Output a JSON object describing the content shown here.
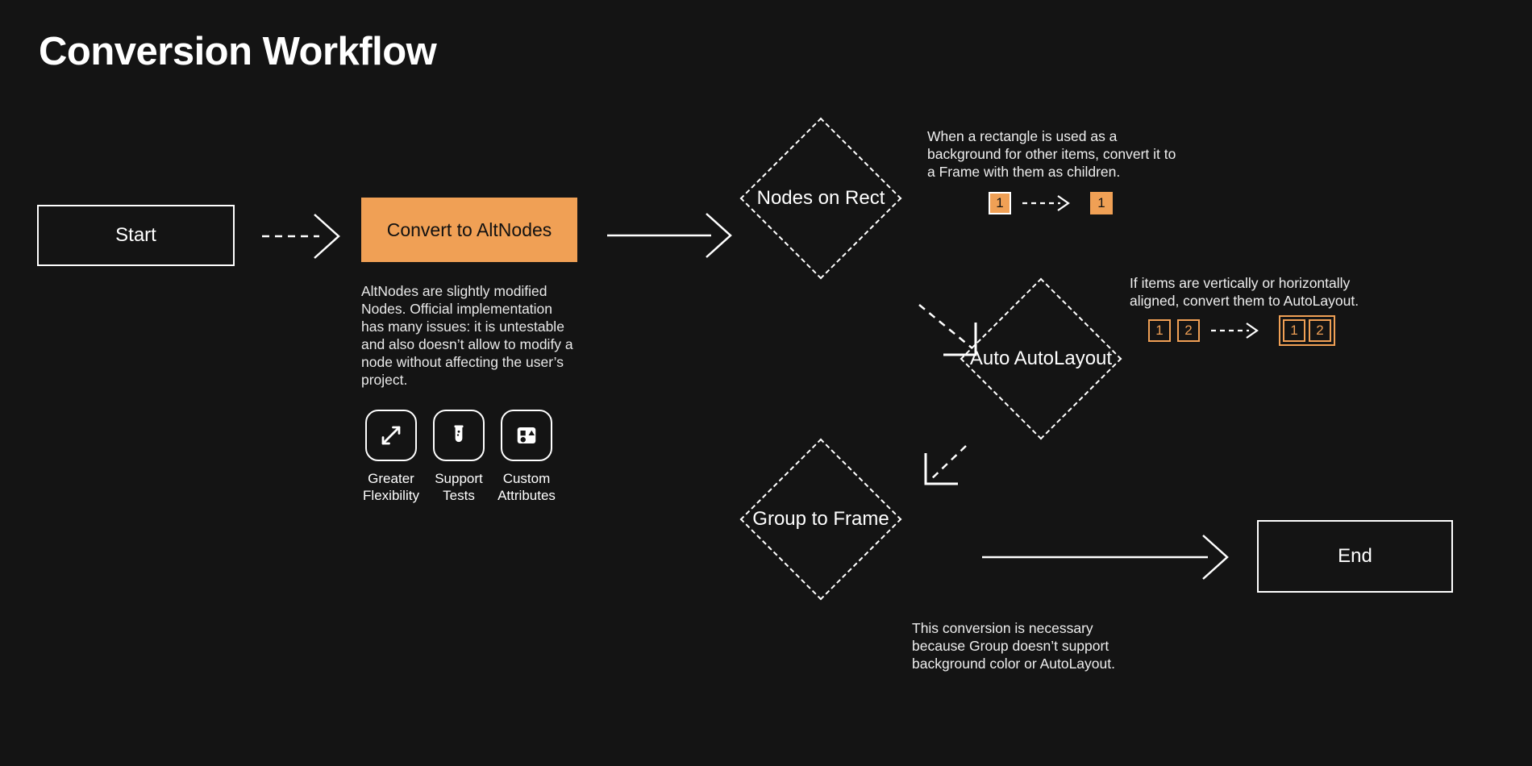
{
  "page": {
    "title": "Conversion Workflow",
    "background_color": "#141414",
    "accent_color": "#F0A055",
    "line_color": "#FFFFFF"
  },
  "nodes": {
    "start": {
      "label": "Start",
      "shape": "rectangle"
    },
    "convert": {
      "label": "Convert to AltNodes",
      "shape": "rectangle",
      "fill": "#F0A055",
      "text_color": "#111111"
    },
    "nodes_on_rect": {
      "label": "Nodes on Rect",
      "shape": "diamond"
    },
    "auto_autolayout": {
      "label": "Auto AutoLayout",
      "shape": "diamond"
    },
    "group_to_frame": {
      "label": "Group to Frame",
      "shape": "diamond"
    },
    "end": {
      "label": "End",
      "shape": "rectangle"
    }
  },
  "convert_note": "AltNodes are slightly modified Nodes. Official implementation has many issues: it is untestable and also doesn’t allow to modify a node without affecting the user’s project.",
  "features": [
    {
      "icon": "expand-arrows-icon",
      "label": "Greater\nFlexibility"
    },
    {
      "icon": "test-tube-icon",
      "label": "Support\nTests"
    },
    {
      "icon": "shapes-attributes-icon",
      "label": "Custom\nAttributes"
    }
  ],
  "notes": {
    "nodes_on_rect": "When a rectangle is used as a background for other items, convert it to a Frame with them as children.",
    "auto_autolayout": "If items are vertically or horizontally aligned, convert them to AutoLayout.",
    "group_to_frame": "This conversion is necessary because Group doesn’t support background color or AutoLayout."
  },
  "badge_examples": {
    "nodes_on_rect": {
      "before": [
        {
          "text": "1",
          "style": "solid"
        }
      ],
      "after": [
        {
          "text": "1",
          "style": "solid-bare"
        }
      ],
      "grouped_after": false
    },
    "auto_autolayout": {
      "before": [
        {
          "text": "1",
          "style": "hollow"
        },
        {
          "text": "2",
          "style": "hollow"
        }
      ],
      "after": [
        {
          "text": "1",
          "style": "hollow"
        },
        {
          "text": "2",
          "style": "hollow"
        }
      ],
      "grouped_after": true
    }
  },
  "edges": [
    {
      "from": "start",
      "to": "convert",
      "style": "dashed"
    },
    {
      "from": "convert",
      "to": "nodes_on_rect",
      "style": "solid"
    },
    {
      "from": "nodes_on_rect",
      "to": "auto_autolayout",
      "style": "dashed"
    },
    {
      "from": "auto_autolayout",
      "to": "group_to_frame",
      "style": "dashed"
    },
    {
      "from": "group_to_frame",
      "to": "end",
      "style": "solid"
    }
  ]
}
